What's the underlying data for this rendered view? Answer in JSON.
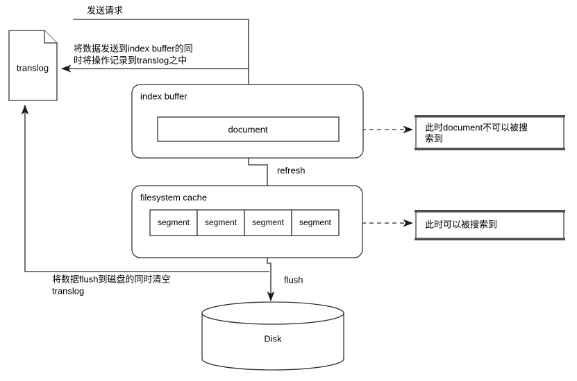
{
  "diagram": {
    "title_text_present": false,
    "nodes": {
      "translog": {
        "label": "translog",
        "shape": "document"
      },
      "index_buffer": {
        "label": "index buffer",
        "shape": "rounded-rect"
      },
      "document": {
        "label": "document",
        "shape": "rect"
      },
      "filesystem_cache": {
        "label": "filesystem cache",
        "shape": "rounded-rect"
      },
      "segments": {
        "labels": [
          "segment",
          "segment",
          "segment",
          "segment"
        ]
      },
      "disk": {
        "label": "Disk",
        "shape": "cylinder"
      }
    },
    "edge_labels": {
      "send_request": "发送请求",
      "send_to_index_buffer": "将数据发送到index buffer的同\n时将操作记录到translog之中",
      "send_to_index_buffer_line1": "将数据发送到index buffer的同",
      "send_to_index_buffer_line2": "时将操作记录到translog之中",
      "refresh": "refresh",
      "flush": "flush",
      "flush_to_disk_line1": "将数据flush到磁盘的同时清空",
      "flush_to_disk_line2": "translog"
    },
    "notes": {
      "note_not_searchable_line1": "此时document不可以被搜",
      "note_not_searchable_line2": "索到",
      "note_searchable": "此时可以被搜索到"
    },
    "colors": {
      "background": "#ffffff",
      "shape_stroke": "#333333",
      "connector": "#4d4d4d",
      "note_edge": "#4d4d4d",
      "text": "#000000"
    }
  }
}
